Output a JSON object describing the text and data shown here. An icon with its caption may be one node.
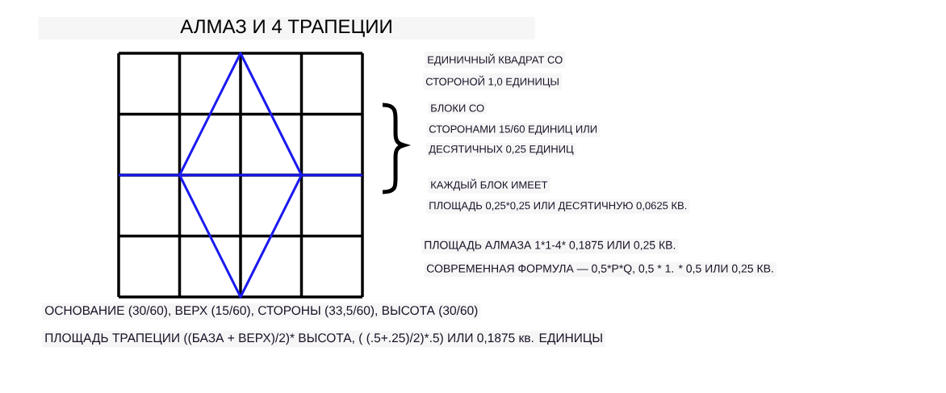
{
  "diagram": {
    "title": "АЛМАЗ И 4 ТРАПЕЦИИ",
    "labels": [
      "ЕДИНИЧНЫЙ КВАДРАТ СО",
      "СТОРОНОЙ 1,0 ЕДИНИЦЫ",
      "БЛОКИ СО",
      "СТОРОНАМИ 15/60 ЕДИНИЦ ИЛИ",
      "ДЕСЯТИЧНЫХ 0,25 ЕДИНИЦ",
      "КАЖДЫЙ БЛОК ИМЕЕТ",
      "ПЛОЩАДЬ 0,25*0,25 ИЛИ ДЕСЯТИЧНУЮ 0,0625 КВ.",
      "ПЛОЩАДЬ АЛМАЗА 1*1-4* 0,1875 ИЛИ 0,25 КВ.",
      "СОВРЕМЕННАЯ ФОРМУЛА — 0,5*P*Q, 0,5 * 1. * 0,5 ИЛИ 0,25 КВ.",
      "ОСНОВАНИЕ (30/60), ВЕРХ (15/60), СТОРОНЫ (33,5/60), ВЫСОТА (30/60)",
      "ПЛОЩАДЬ ТРАПЕЦИИ ((БАЗА + ВЕРХ)/2)* ВЫСОТА, ( (.5+.25)/2)*.5) ИЛИ 0,1875 кв. ЕДИНИЦЫ"
    ]
  }
}
